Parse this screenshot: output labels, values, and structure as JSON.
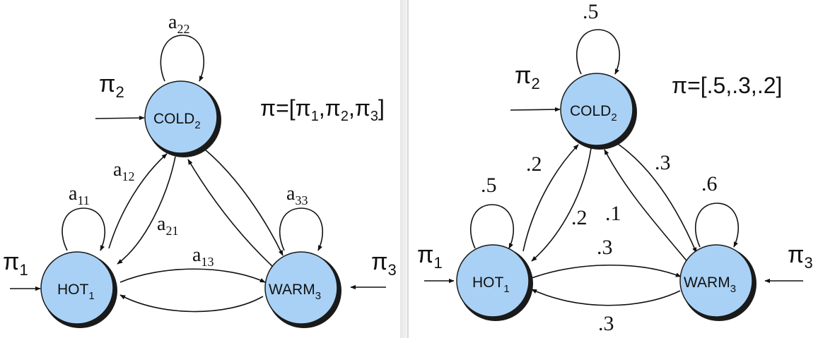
{
  "left": {
    "states": {
      "cold": {
        "name": "COLD",
        "sub": "2"
      },
      "hot": {
        "name": "HOT",
        "sub": "1"
      },
      "warm": {
        "name": "WARM",
        "sub": "3"
      }
    },
    "pi_symbol": "π",
    "initial": {
      "pi1_sub": "1",
      "pi2_sub": "2",
      "pi3_sub": "3"
    },
    "a": "a",
    "transitions": {
      "a22": "22",
      "a11": "11",
      "a33": "33",
      "a12": "12",
      "a21": "21",
      "a13": "13"
    },
    "pi_vector": {
      "prefix": "π=[π",
      "s1": "1",
      "c1": ",π",
      "s2": "2",
      "c2": ",π",
      "s3": "3",
      "end": "]"
    }
  },
  "right": {
    "states": {
      "cold": {
        "name": "COLD",
        "sub": "2"
      },
      "hot": {
        "name": "HOT",
        "sub": "1"
      },
      "warm": {
        "name": "WARM",
        "sub": "3"
      }
    },
    "pi_symbol": "π",
    "initial": {
      "pi1_sub": "1",
      "pi2_sub": "2",
      "pi3_sub": "3"
    },
    "probabilities": {
      "cold_self": ".5",
      "hot_self": ".5",
      "warm_self": ".6",
      "hot_to_cold": ".2",
      "cold_to_hot": ".2",
      "cold_to_warm": ".3",
      "warm_to_cold": ".1",
      "hot_to_warm": ".3",
      "warm_to_hot": ".3"
    },
    "pi_vector": "π=[.5,.3,.2]"
  },
  "divider_color": "#cfcfcf",
  "node_fill": "#a9d1f5"
}
